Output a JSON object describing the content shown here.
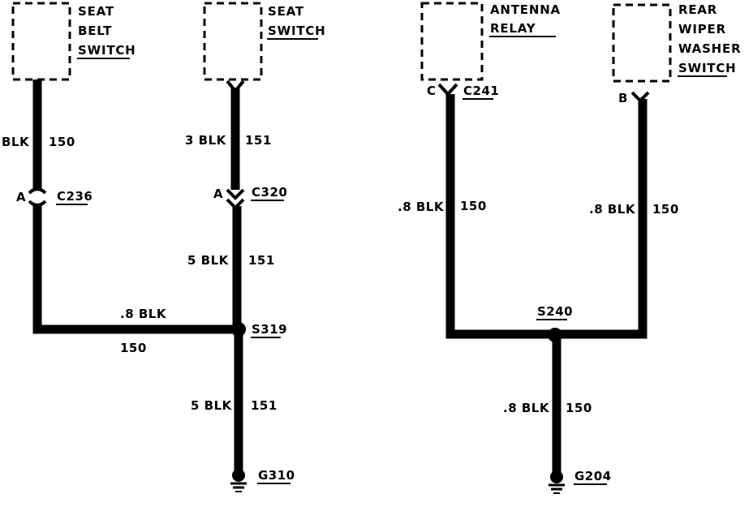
{
  "components": {
    "seat_belt_switch": [
      "SEAT",
      "BELT",
      "SWITCH"
    ],
    "seat_switch": [
      "SEAT",
      "SWITCH"
    ],
    "antenna_relay": [
      "ANTENNA",
      "RELAY"
    ],
    "rear_wiper_washer_switch": [
      "REAR",
      "WIPER",
      "WASHER",
      "SWITCH"
    ]
  },
  "connectors": {
    "c236": {
      "name": "C236",
      "pin": "A"
    },
    "c320": {
      "name": "C320",
      "pin": "A"
    },
    "c241": {
      "name": "C241",
      "pin": "C"
    },
    "rear_pin": "B"
  },
  "splices": {
    "s319": "S319",
    "s240": "S240"
  },
  "grounds": {
    "g310": "G310",
    "g204": "G204"
  },
  "wires": {
    "w1_color": "BLK",
    "w1_circuit": "150",
    "w2_color": "3 BLK",
    "w2_circuit": "151",
    "w3_color": "5 BLK",
    "w3_circuit": "151",
    "w4_color": ".8 BLK",
    "w4_circuit": "150",
    "w5_color": "5 BLK",
    "w5_circuit": "151",
    "w6_color": ".8 BLK",
    "w6_circuit": "150",
    "w7_color": ".8 BLK",
    "w7_circuit": "150",
    "w8_color": ".8 BLK",
    "w8_circuit": "150"
  }
}
